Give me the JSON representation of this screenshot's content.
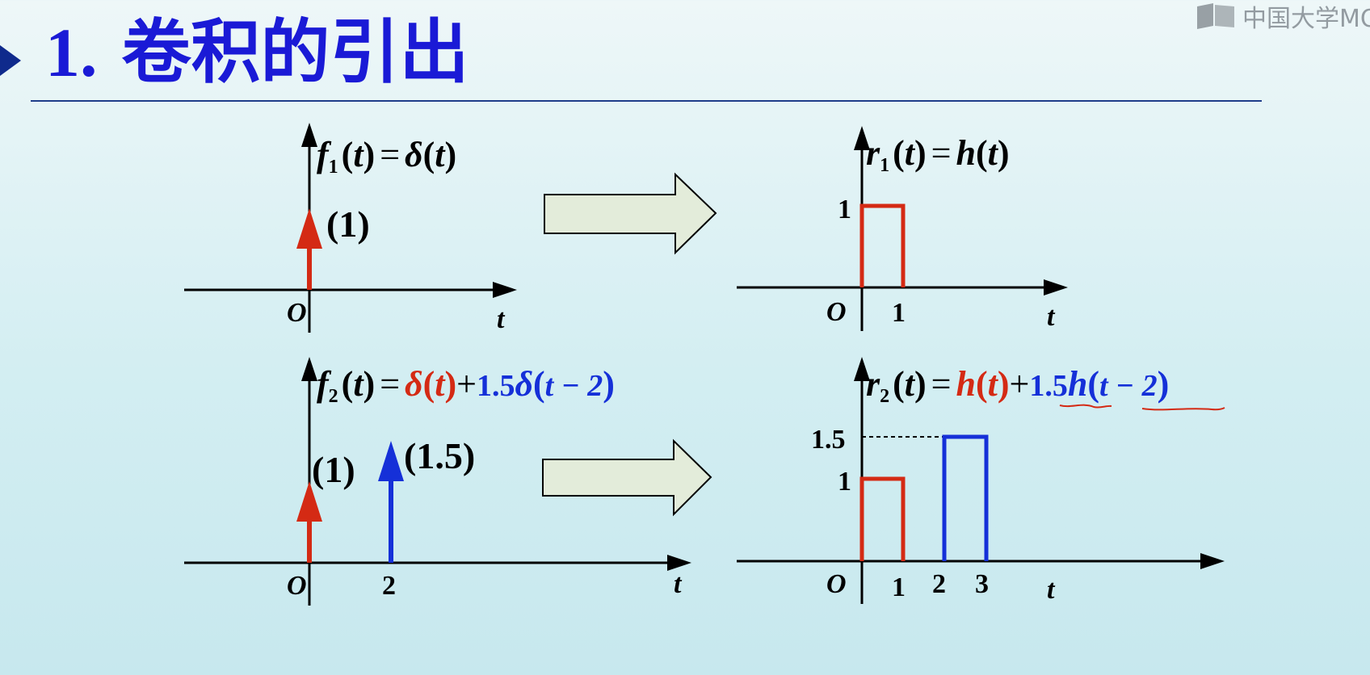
{
  "title": {
    "number": "1.",
    "text": "卷积的引出"
  },
  "watermark": {
    "text": "中国大学MO",
    "icon": "book-logo-icon"
  },
  "colors": {
    "impulse_unit": "#d42a14",
    "impulse_scaled": "#1530d8",
    "axis": "#000000",
    "arrow_fill": "#e3ecda",
    "title": "#1a1ad6"
  },
  "labels": {
    "origin": "O",
    "t_axis": "t",
    "one": "1",
    "two": "2",
    "three": "3",
    "one_five": "1.5",
    "weight_1": "(1)",
    "weight_15": "(1.5)"
  },
  "eq1_in": {
    "lhs_f": "f",
    "lhs_sub": "1",
    "lhs_arg": "t",
    "eq": "=",
    "rhs_d": "δ",
    "rhs_arg": "t"
  },
  "eq1_out": {
    "lhs_r": "r",
    "lhs_sub": "1",
    "lhs_arg": "t",
    "eq": "=",
    "rhs_h": "h",
    "rhs_arg": "t"
  },
  "eq2_in": {
    "lhs_f": "f",
    "lhs_sub": "2",
    "lhs_arg": "t",
    "eq": "=",
    "t1_d": "δ",
    "t1_arg": "t",
    "plus": "+",
    "t2_coef": "1.5",
    "t2_d": "δ",
    "t2_arg": "t − 2"
  },
  "eq2_out": {
    "lhs_r": "r",
    "lhs_sub": "2",
    "lhs_arg": "t",
    "eq": "=",
    "t1_h": "h",
    "t1_arg": "t",
    "plus": "+",
    "t2_coef": "1.5",
    "t2_h": "h",
    "t2_arg": "t − 2"
  }
}
